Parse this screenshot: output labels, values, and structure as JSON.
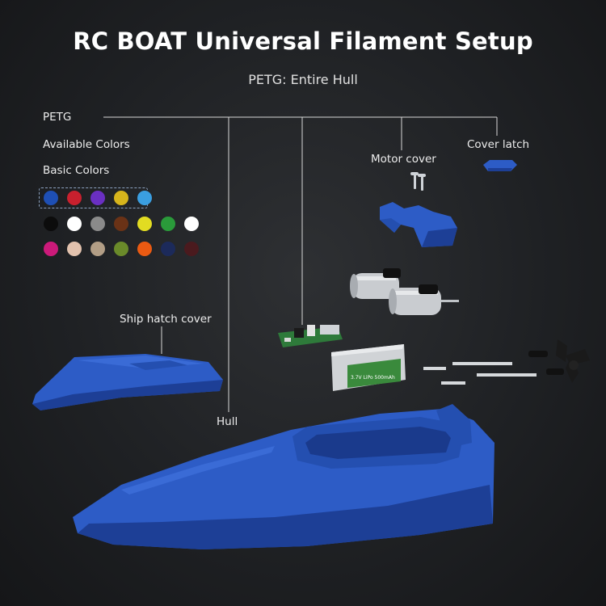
{
  "header": {
    "title": "RC BOAT Universal Filament Setup",
    "subtitle": "PETG: Entire Hull"
  },
  "legend": {
    "material": "PETG",
    "available_colors_label": "Available Colors",
    "basic_colors_label": "Basic Colors",
    "colors_row1": [
      "#1e4fb4",
      "#c8202e",
      "#6a2fc2",
      "#d6b41c",
      "#3a9ee0"
    ],
    "colors_row2": [
      "#0c0c0c",
      "#ffffff",
      "#8a8a8a",
      "#6a3216",
      "#e2dc22",
      "#2a9a3a",
      "#ffffff"
    ],
    "colors_row3": [
      "#cc1a7a",
      "#e2c2ae",
      "#b29e86",
      "#6a8a2a",
      "#ea5a12",
      "#1c2a5a",
      "#4a1a1e"
    ]
  },
  "parts": {
    "ship_hatch_cover": "Ship hatch cover",
    "hull": "Hull",
    "motor_cover": "Motor cover",
    "cover_latch": "Cover latch",
    "battery_label": "3.7V LiPo 500mAh"
  },
  "colors": {
    "hull_blue": "#2d5cc6",
    "hull_dark": "#1d3f96",
    "pcb_green": "#2e7a3a"
  }
}
